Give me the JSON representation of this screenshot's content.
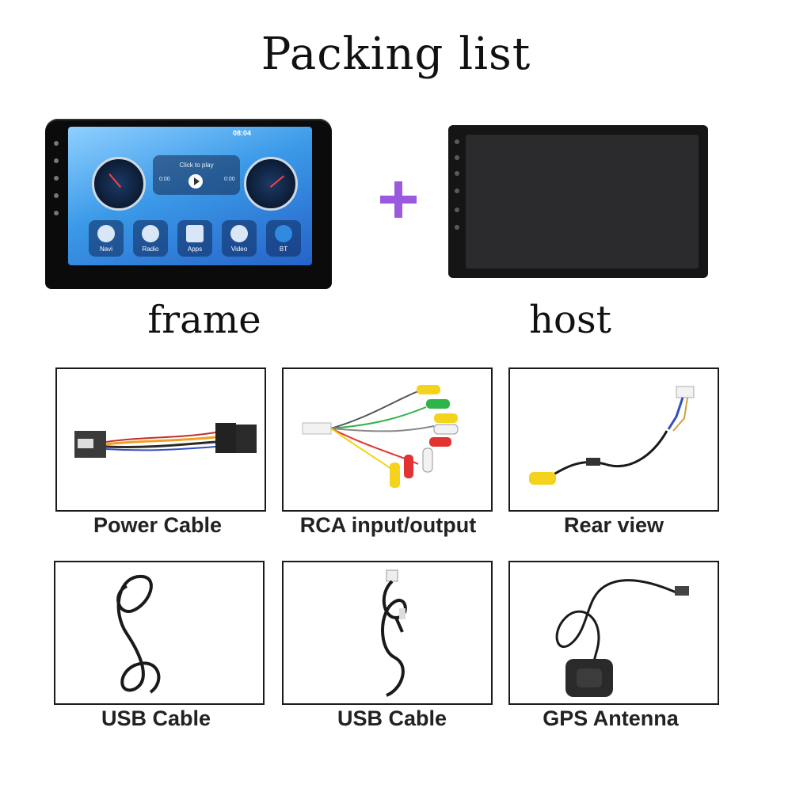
{
  "title": "Packing list",
  "top_row": {
    "frame_caption": "frame",
    "host_caption": "host",
    "plus_symbol": "+",
    "screen": {
      "clock": "08:04",
      "media_label": "Click to play",
      "media_time_left": "0:00",
      "media_time_right": "0:00",
      "tiles": [
        "Navi",
        "Radio",
        "Apps",
        "Video",
        "BT"
      ]
    }
  },
  "items": [
    {
      "label": "Power Cable",
      "icon": "power-cable-harness"
    },
    {
      "label": "RCA input/output",
      "icon": "rca-cable-bundle"
    },
    {
      "label": "Rear view",
      "icon": "rear-view-cable"
    },
    {
      "label": "USB Cable",
      "icon": "usb-cable-coil"
    },
    {
      "label": "USB Cable",
      "icon": "usb-cable-coil"
    },
    {
      "label": "GPS Antenna",
      "icon": "gps-antenna"
    }
  ],
  "colors": {
    "plus": "#9b59e0",
    "screen_blue": "#3b9ae8",
    "rca_yellow": "#f5d21c",
    "rca_red": "#e23232",
    "rca_white": "#f2f2f2",
    "rca_green": "#2fb44a"
  }
}
